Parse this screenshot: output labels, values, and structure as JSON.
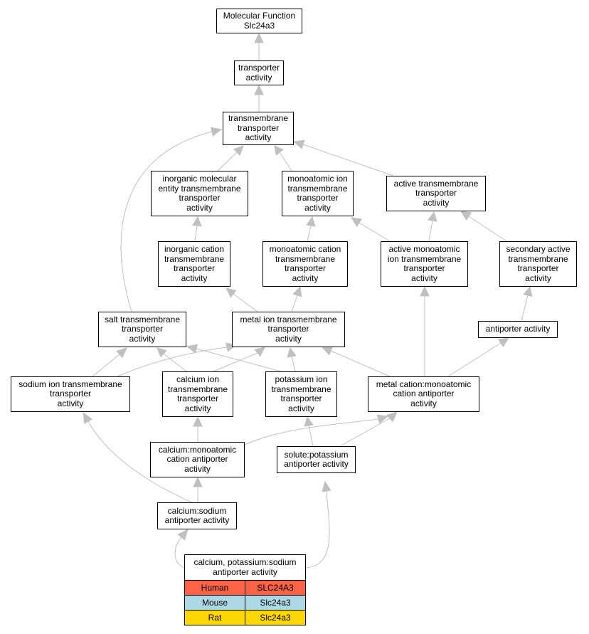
{
  "colors": {
    "edge": "#c0c0c0",
    "human": "#ff6347",
    "mouse": "#add8e6",
    "rat": "#ffd700"
  },
  "nodes": {
    "molecular_function": "Molecular Function\nSlc24a3",
    "transporter": "transporter\nactivity",
    "transmembrane_transporter": "transmembrane\ntransporter\nactivity",
    "inorganic_molecular_entity": "inorganic molecular\nentity transmembrane\ntransporter\nactivity",
    "monoatomic_ion": "monoatomic ion\ntransmembrane\ntransporter\nactivity",
    "active_transmembrane": "active transmembrane\ntransporter\nactivity",
    "inorganic_cation": "inorganic cation\ntransmembrane\ntransporter\nactivity",
    "monoatomic_cation": "monoatomic cation\ntransmembrane\ntransporter\nactivity",
    "active_monoatomic_ion": "active monoatomic\nion transmembrane\ntransporter\nactivity",
    "secondary_active": "secondary active\ntransmembrane\ntransporter\nactivity",
    "salt": "salt transmembrane\ntransporter\nactivity",
    "metal_ion": "metal ion transmembrane\ntransporter\nactivity",
    "antiporter": "antiporter activity",
    "sodium_ion": "sodium ion transmembrane\ntransporter\nactivity",
    "calcium_ion": "calcium ion\ntransmembrane\ntransporter\nactivity",
    "potassium_ion": "potassium ion\ntransmembrane\ntransporter\nactivity",
    "metal_cation_antiporter": "metal cation:monoatomic\ncation antiporter\nactivity",
    "calcium_monoatomic": "calcium:monoatomic\ncation antiporter\nactivity",
    "solute_potassium": "solute:potassium\nantiporter activity",
    "calcium_sodium": "calcium:sodium\nantiporter activity",
    "calcium_potassium_sodium": "calcium, potassium:sodium\nantiporter activity"
  },
  "legend": [
    {
      "species": "Human",
      "gene": "SLC24A3",
      "color": "#ff6347"
    },
    {
      "species": "Mouse",
      "gene": "Slc24a3",
      "color": "#add8e6"
    },
    {
      "species": "Rat",
      "gene": "Slc24a3",
      "color": "#ffd700"
    }
  ]
}
